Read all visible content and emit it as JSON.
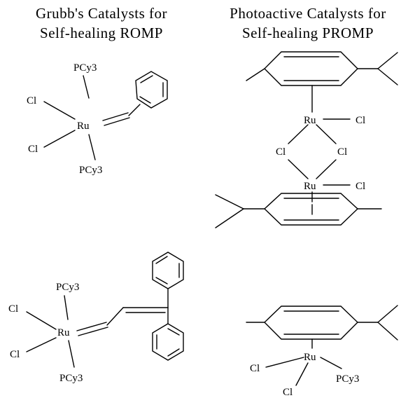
{
  "headers": {
    "left": [
      "Grubb's Catalysts for",
      "Self-healing ROMP"
    ],
    "right": [
      "Photoactive Catalysts for",
      "Self-healing PROMP"
    ]
  },
  "labels": {
    "ru": "Ru",
    "cl": "Cl",
    "pcy3": "PCy3"
  }
}
